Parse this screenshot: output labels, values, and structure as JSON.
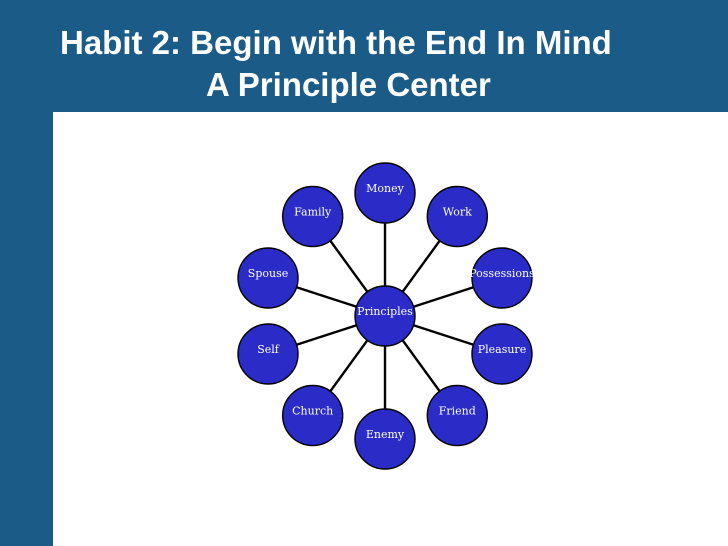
{
  "title": {
    "line1": "Habit 2: Begin with the End In Mind",
    "line2": "A Principle Center"
  },
  "colors": {
    "banner": "#1a5b88",
    "node_fill": "#2b2bc7",
    "node_stroke": "#000000",
    "text": "#ffffff"
  },
  "diagram": {
    "center": "Principles",
    "nodes": [
      "Money",
      "Work",
      "Possessions",
      "Pleasure",
      "Friend",
      "Enemy",
      "Church",
      "Self",
      "Spouse",
      "Family"
    ]
  }
}
